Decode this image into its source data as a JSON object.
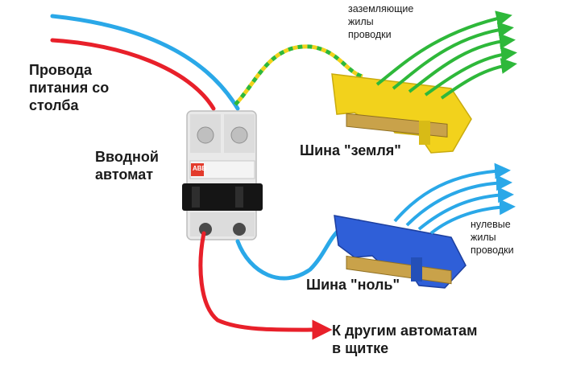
{
  "labels": {
    "supply_line1": "Провода",
    "supply_line2": "питания со",
    "supply_line3": "столба",
    "breaker_line1": "Вводной",
    "breaker_line2": "автомат",
    "ground_bus": "Шина \"земля\"",
    "ground_wires_line1": "заземляющие",
    "ground_wires_line2": "жилы",
    "ground_wires_line3": "проводки",
    "neutral_bus": "Шина \"ноль\"",
    "neutral_wires_line1": "нулевые",
    "neutral_wires_line2": "жилы",
    "neutral_wires_line3": "проводки",
    "other_breakers_line1": "К другим автоматам",
    "other_breakers_line2": "в щитке",
    "breaker_brand": "ABB"
  },
  "colors": {
    "phase_wire": "#e8202a",
    "neutral_wire": "#2aa8e8",
    "ground_wire": "#2eb83a",
    "ground_bus_body": "#f2d21c",
    "neutral_bus_body": "#2f5fd8",
    "terminal_brass": "#c9a24a",
    "breaker_body": "#e9e9e9"
  }
}
